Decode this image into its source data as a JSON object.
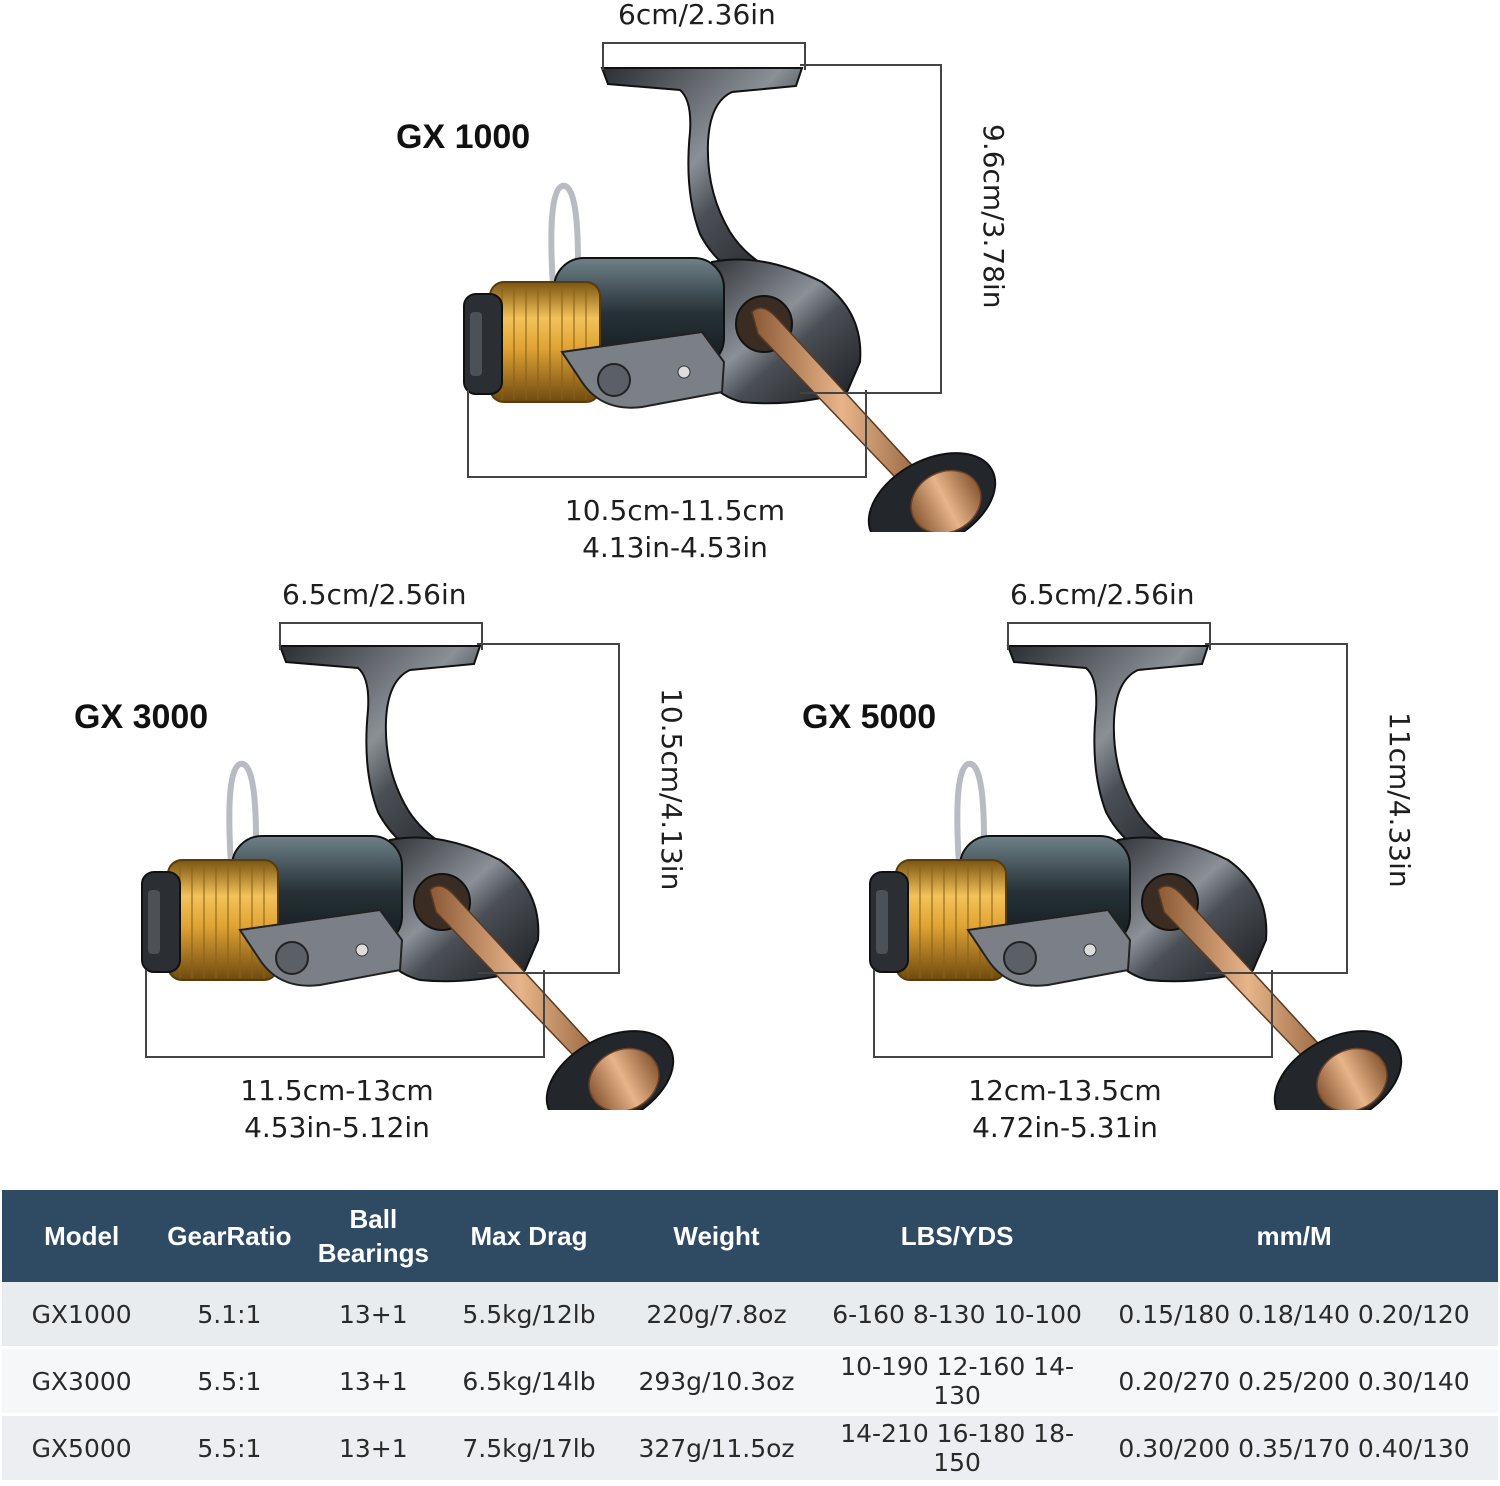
{
  "reels": [
    {
      "model": "GX 1000",
      "top_dim": "6cm/2.36in",
      "side_dim": "9.6cm/3.78in",
      "bottom_dim_cm": "10.5cm-11.5cm",
      "bottom_dim_in": "4.13in-4.53in"
    },
    {
      "model": "GX 3000",
      "top_dim": "6.5cm/2.56in",
      "side_dim": "10.5cm/4.13in",
      "bottom_dim_cm": "11.5cm-13cm",
      "bottom_dim_in": "4.53in-5.12in"
    },
    {
      "model": "GX 5000",
      "top_dim": "6.5cm/2.56in",
      "side_dim": "11cm/4.33in",
      "bottom_dim_cm": "12cm-13.5cm",
      "bottom_dim_in": "4.72in-5.31in"
    }
  ],
  "table": {
    "headers": [
      "Model",
      "GearRatio",
      "Ball\nBearings",
      "Max Drag",
      "Weight",
      "LBS/YDS",
      "mm/M"
    ],
    "rows": [
      [
        "GX1000",
        "5.1:1",
        "13+1",
        "5.5kg/12lb",
        "220g/7.8oz",
        "6-160 8-130 10-100",
        "0.15/180 0.18/140 0.20/120"
      ],
      [
        "GX3000",
        "5.5:1",
        "13+1",
        "6.5kg/14lb",
        "293g/10.3oz",
        "10-190 12-160 14-130",
        "0.20/270 0.25/200 0.30/140"
      ],
      [
        "GX5000",
        "5.5:1",
        "13+1",
        "7.5kg/17lb",
        "327g/11.5oz",
        "14-210 16-180 18-150",
        "0.30/200 0.35/170 0.40/130"
      ]
    ]
  },
  "colors": {
    "header_bg": "#2f4a63",
    "gold": "#c9962e",
    "gunmetal": "#4a4f55",
    "copper": "#c9926a"
  }
}
